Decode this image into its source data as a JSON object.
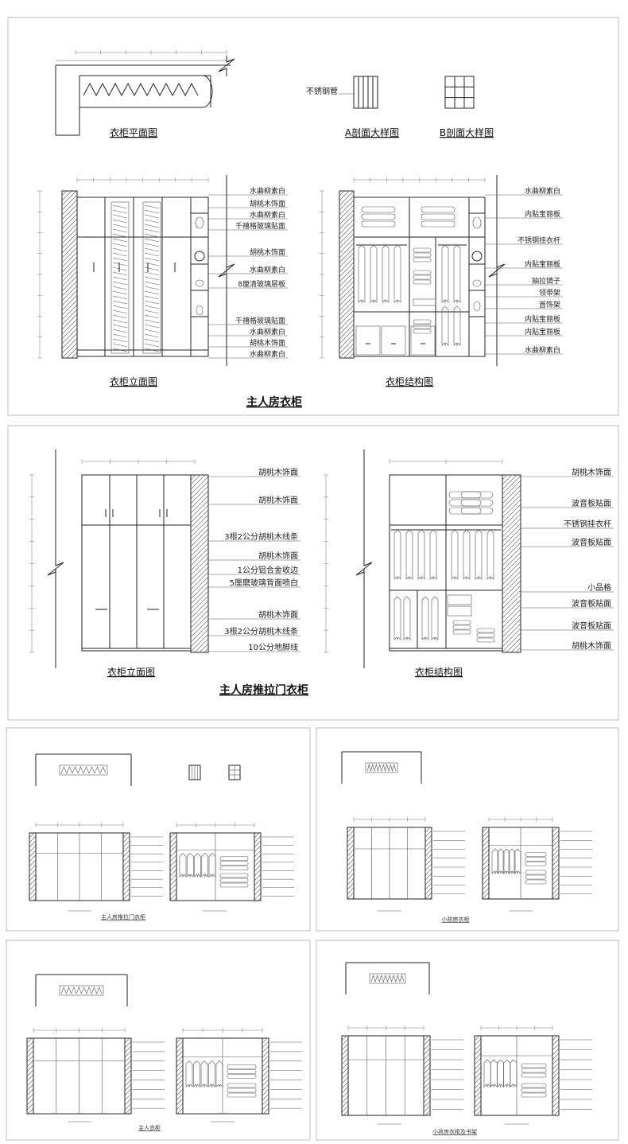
{
  "sheet1": {
    "title": "主人房衣柜",
    "plan_caption": "衣柜平面图",
    "section_a_caption": "A剖面大样图",
    "section_b_caption": "B剖面大样图",
    "section_a_label": "不锈钢管",
    "elevation_caption": "衣柜立面图",
    "structure_caption": "衣柜结构图",
    "elevation_labels": [
      "水曲柳素白",
      "胡桃木饰面",
      "水曲柳素白",
      "千禧格玻璃贴面",
      "胡桃木饰面",
      "水曲柳素白",
      "8厘清玻璃层板",
      "千禧格玻璃贴面",
      "水曲柳素白",
      "胡桃木饰面",
      "水曲柳素白"
    ],
    "structure_labels": [
      "水曲柳素白",
      "内贴宝丽板",
      "不锈钢挂衣杆",
      "内贴宝丽板",
      "抽拉镜子",
      "领带架",
      "首饰架",
      "内贴宝丽板",
      "内贴宝丽板",
      "水曲柳素白"
    ]
  },
  "sheet2": {
    "title": "主人房推拉门衣柜",
    "elevation_caption": "衣柜立面图",
    "structure_caption": "衣柜结构图",
    "elevation_labels": [
      "胡桃木饰面",
      "胡桃木饰面",
      "3根2公分胡桃木线条",
      "胡桃木饰面",
      "1公分铝合金收边",
      "5厘磨玻璃背面喷白",
      "胡桃木饰面",
      "3根2公分胡桃木线条",
      "10公分地脚线"
    ],
    "structure_labels": [
      "胡桃木饰面",
      "波音板贴面",
      "不锈钢挂衣杆",
      "波音板贴面",
      "小品格",
      "波音板贴面",
      "波音板贴面",
      "胡桃木饰面"
    ]
  },
  "thumbs": [
    {
      "title": "主人房推拉门衣柜"
    },
    {
      "title": "小孩房衣柜"
    },
    {
      "title": "主人衣柜"
    },
    {
      "title": "小孩房衣柜及书架"
    }
  ],
  "colors": {
    "line": "#222222",
    "panel_border": "#bbbbbb",
    "background": "#ffffff"
  }
}
